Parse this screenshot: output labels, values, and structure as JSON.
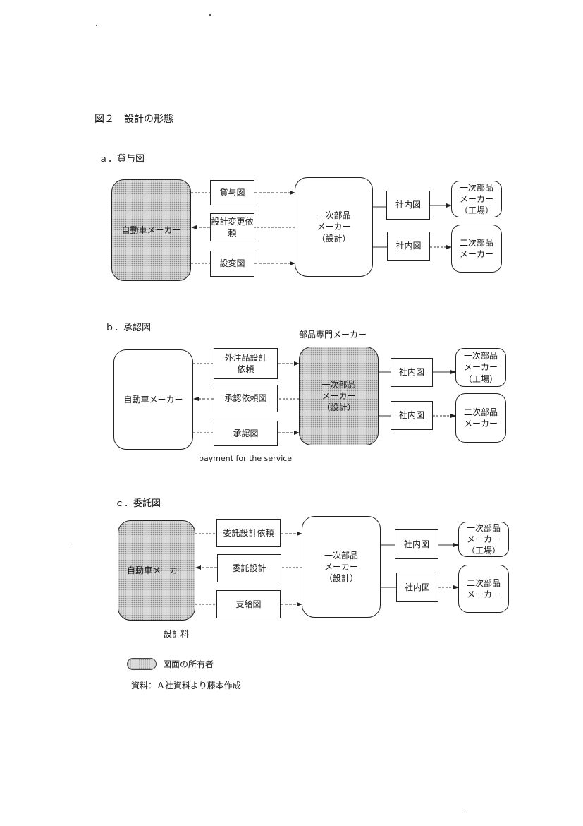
{
  "figure_title": "図２　設計の形態",
  "sections": {
    "a": {
      "title": "ａ．貸与図",
      "left_box": "自動車メーカー",
      "flows": [
        "貸与図",
        "設計変更依頼",
        "設変図"
      ],
      "center_box": [
        "一次部品",
        "メーカー",
        "（設計）"
      ],
      "inhouse": [
        "社内図",
        "社内図"
      ],
      "right_top": [
        "一次部品",
        "メーカー",
        "（工場）"
      ],
      "right_bottom": [
        "二次部品",
        "メーカー"
      ]
    },
    "b": {
      "title": "ｂ．承認図",
      "center_caption": "部品専門メーカー",
      "left_box": "自動車メーカー",
      "flows": [
        "外注品設計依頼",
        "承認依頼図",
        "承認図"
      ],
      "flow1_lines": [
        "外注品設計",
        "依頼"
      ],
      "center_box": [
        "一次部品",
        "メーカー",
        "（設計）"
      ],
      "inhouse": [
        "社内図",
        "社内図"
      ],
      "right_top": [
        "一次部品",
        "メーカー",
        "（工場）"
      ],
      "right_bottom": [
        "二次部品",
        "メーカー"
      ],
      "note": "payment for the service"
    },
    "c": {
      "title": "ｃ．委託図",
      "left_box": "自動車メーカー",
      "flows": [
        "委託設計依頼",
        "委託設計",
        "支給図"
      ],
      "center_box": [
        "一次部品",
        "メーカー",
        "（設計）"
      ],
      "inhouse": [
        "社内図",
        "社内図"
      ],
      "right_top": [
        "一次部品",
        "メーカー",
        "（工場）"
      ],
      "right_bottom": [
        "二次部品",
        "メーカー"
      ],
      "note": "設計料"
    }
  },
  "legend": {
    "label": "図面の所有者"
  },
  "source": "資料：Ａ社資料より藤本作成"
}
